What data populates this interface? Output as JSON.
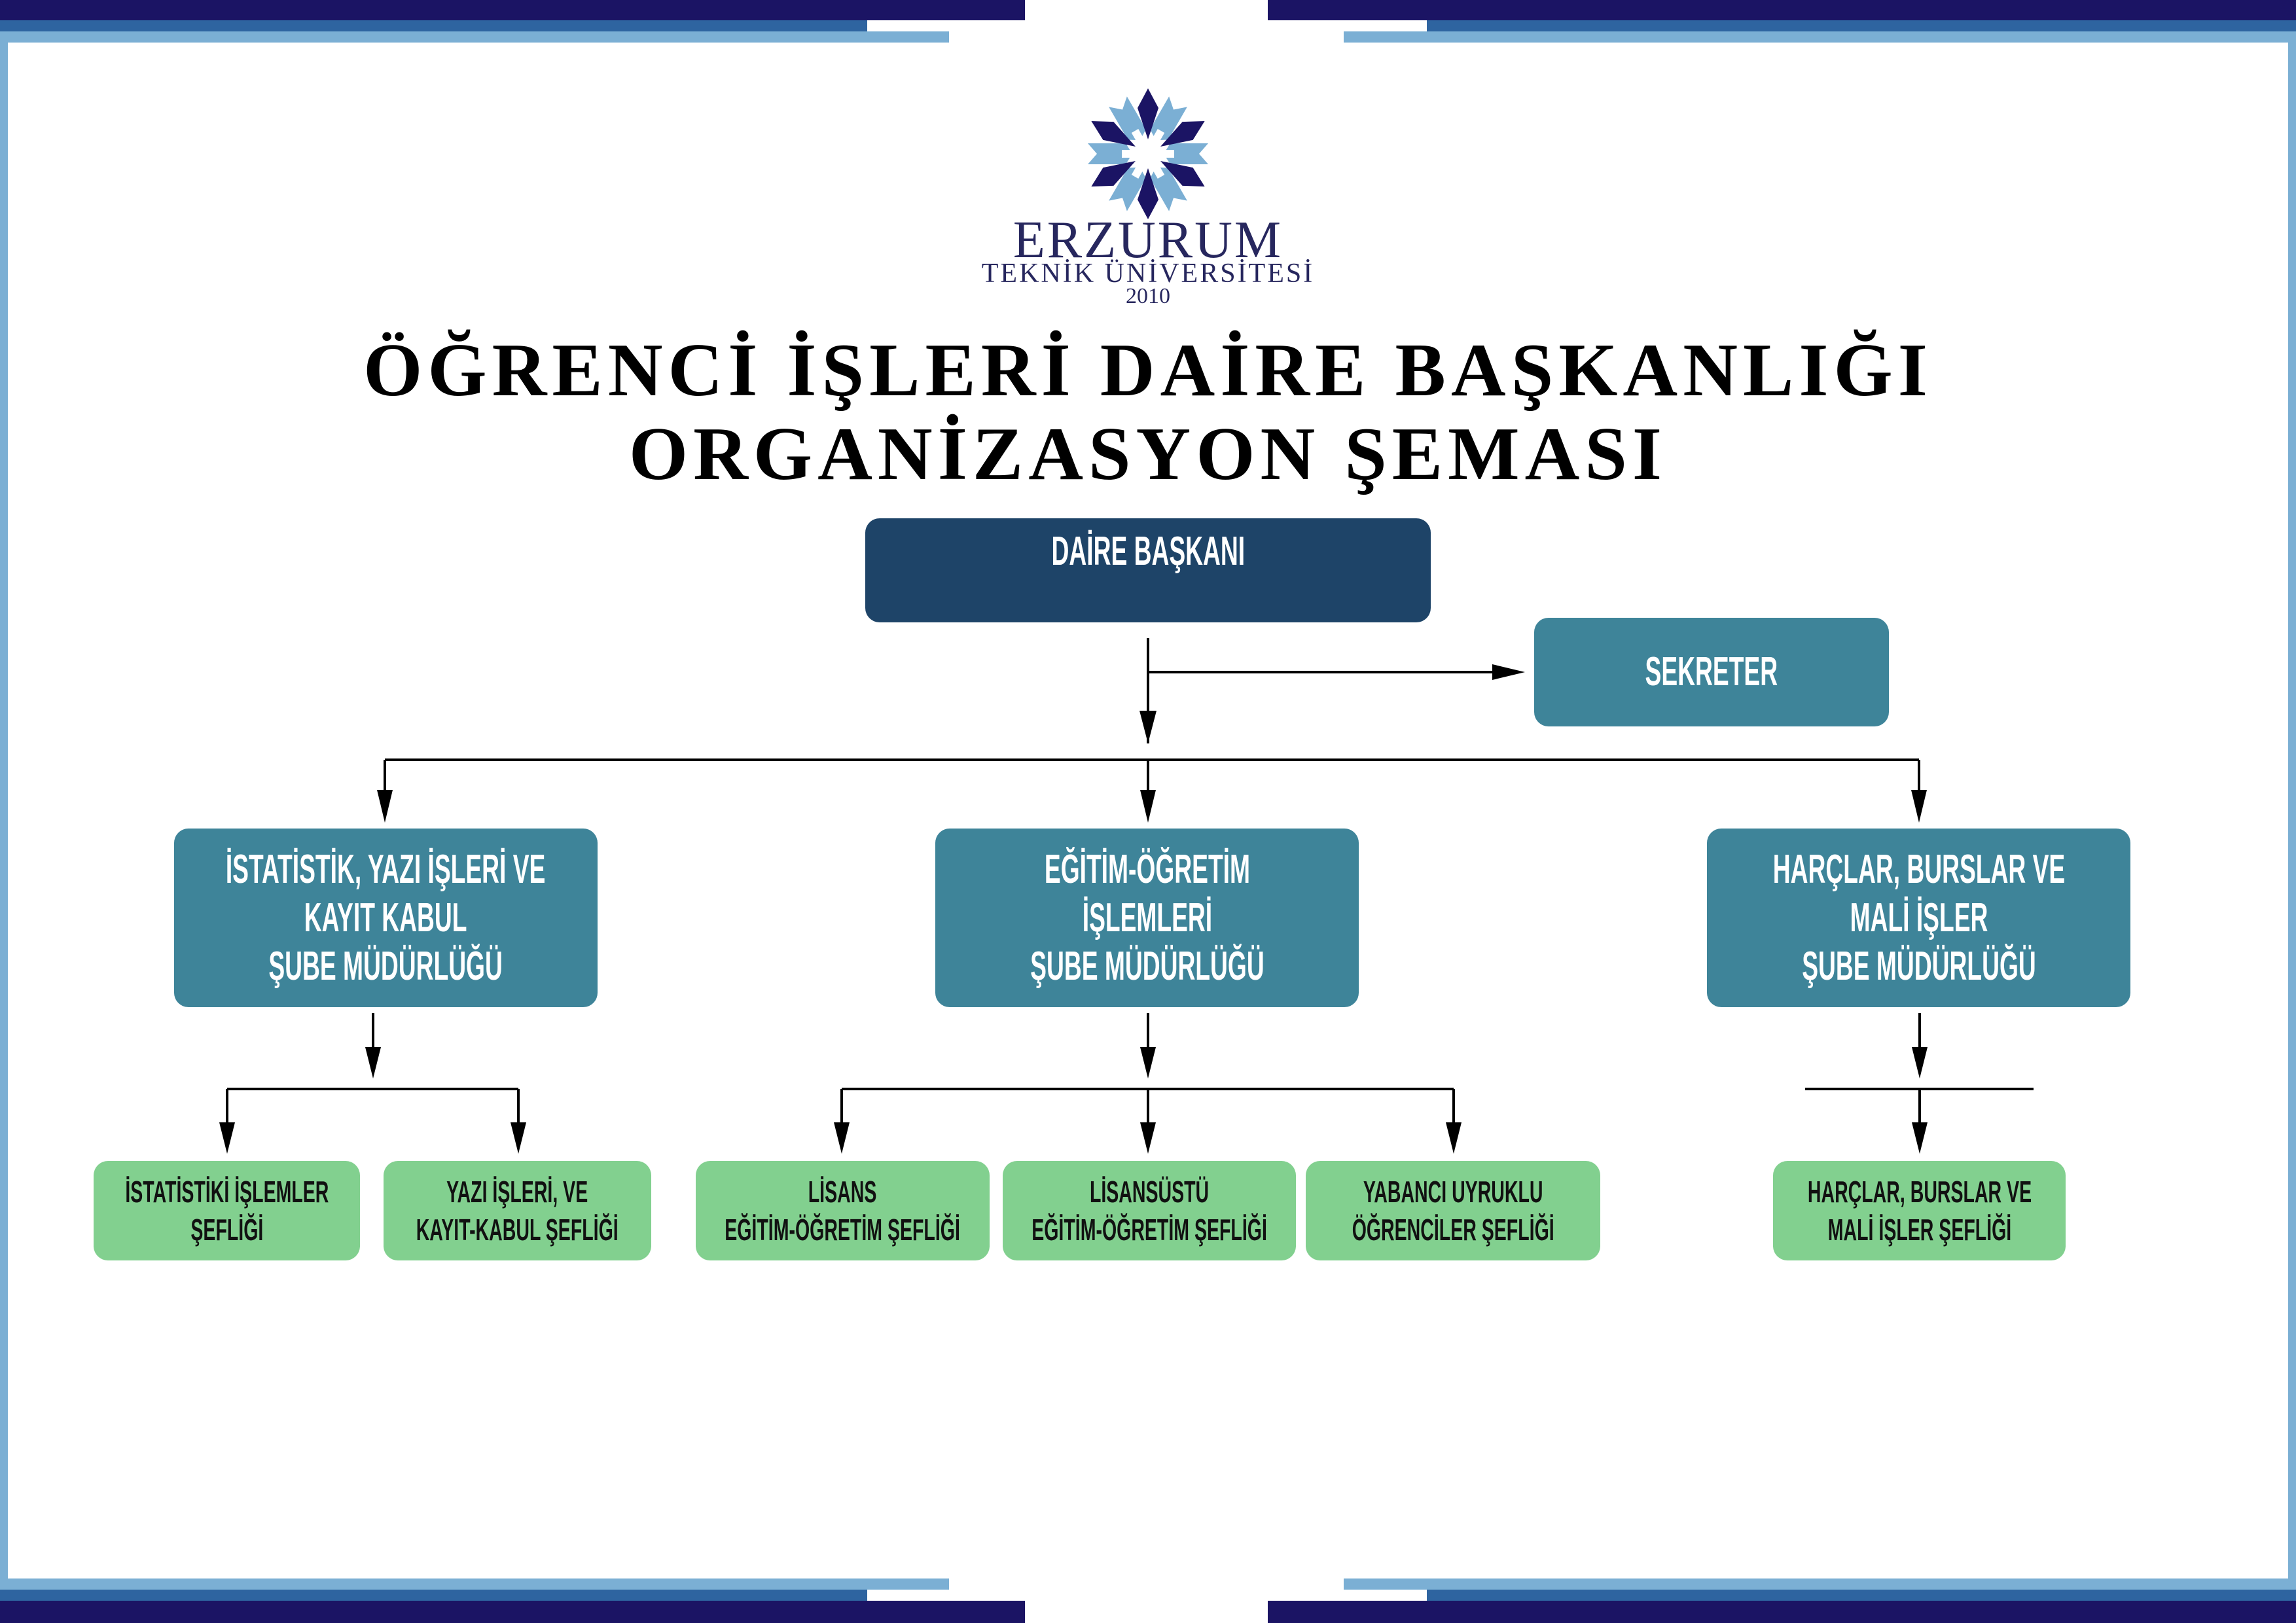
{
  "logo": {
    "name": "ERZURUM",
    "subtitle": "TEKNİK ÜNİVERSİTESİ",
    "year": "2010",
    "colors": {
      "dark": "#1b1464",
      "mid": "#2e64a0",
      "light": "#7bafd4"
    }
  },
  "title": {
    "line1": "ÖĞRENCİ İŞLERİ DAİRE BAŞKANLIĞI",
    "line2": "ORGANİZASYON ŞEMASI"
  },
  "chart": {
    "head": "DAİRE BAŞKANI",
    "secretary": "SEKRETER",
    "branches": [
      {
        "lines": [
          "İSTATİSTİK, YAZI İŞLERİ VE",
          "KAYIT KABUL",
          "ŞUBE MÜDÜRLÜĞÜ"
        ],
        "units": [
          {
            "lines": [
              "İSTATİSTİKİ İŞLEMLER",
              "ŞEFLİĞİ"
            ]
          },
          {
            "lines": [
              "YAZI İŞLERİ, VE",
              "KAYIT-KABUL ŞEFLİĞİ"
            ]
          }
        ]
      },
      {
        "lines": [
          "EĞİTİM-ÖĞRETİM",
          "İŞLEMLERİ",
          "ŞUBE MÜDÜRLÜĞÜ"
        ],
        "units": [
          {
            "lines": [
              "LİSANS",
              "EĞİTİM-ÖĞRETİM ŞEFLİĞİ"
            ]
          },
          {
            "lines": [
              "LİSANSÜSTÜ",
              "EĞİTİM-ÖĞRETİM ŞEFLİĞİ"
            ]
          },
          {
            "lines": [
              "YABANCI UYRUKLU",
              "ÖĞRENCİLER ŞEFLİĞİ"
            ]
          }
        ]
      },
      {
        "lines": [
          "HARÇLAR, BURSLAR VE",
          "MALİ İŞLER",
          "ŞUBE MÜDÜRLÜĞÜ"
        ],
        "units": [
          {
            "lines": [
              "HARÇLAR, BURSLAR VE",
              "MALİ İŞLER ŞEFLİĞİ"
            ]
          }
        ]
      }
    ],
    "colors": {
      "head": "#1e4468",
      "branch": "#3e8499",
      "unit": "#82d08f"
    }
  }
}
